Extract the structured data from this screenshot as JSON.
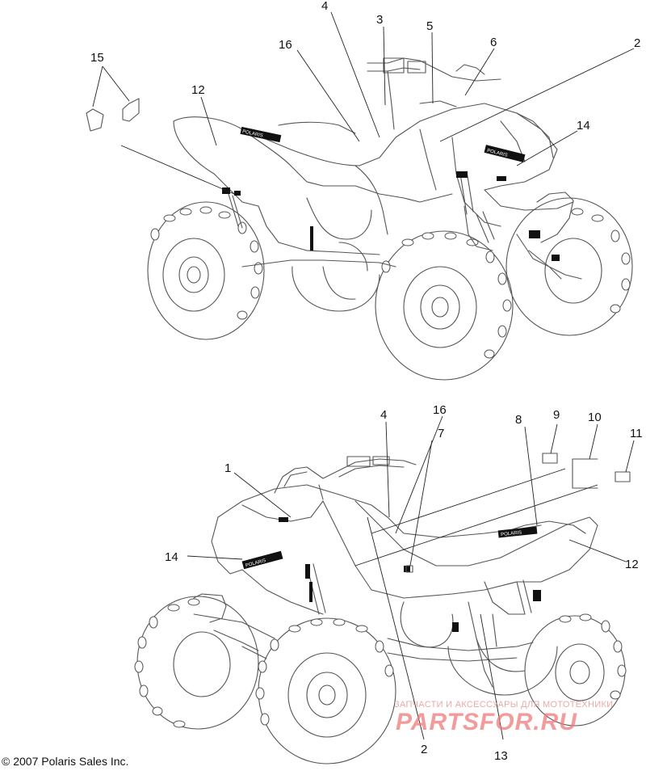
{
  "callouts_top": [
    "15",
    "12",
    "16",
    "4",
    "3",
    "5",
    "6",
    "2",
    "14"
  ],
  "callouts_bottom": [
    "4",
    "16",
    "8",
    "9",
    "10",
    "11",
    "1",
    "7",
    "14",
    "12",
    "2",
    "13"
  ],
  "decal_text": "POLARIS",
  "copyright": "© 2007 Polaris Sales Inc.",
  "watermark": {
    "line1": "ЗАПЧАСТИ И АКСЕССУАРЫ ДЛЯ МОТОТЕХНИКИ",
    "line2": "PARTSFOR.RU"
  }
}
